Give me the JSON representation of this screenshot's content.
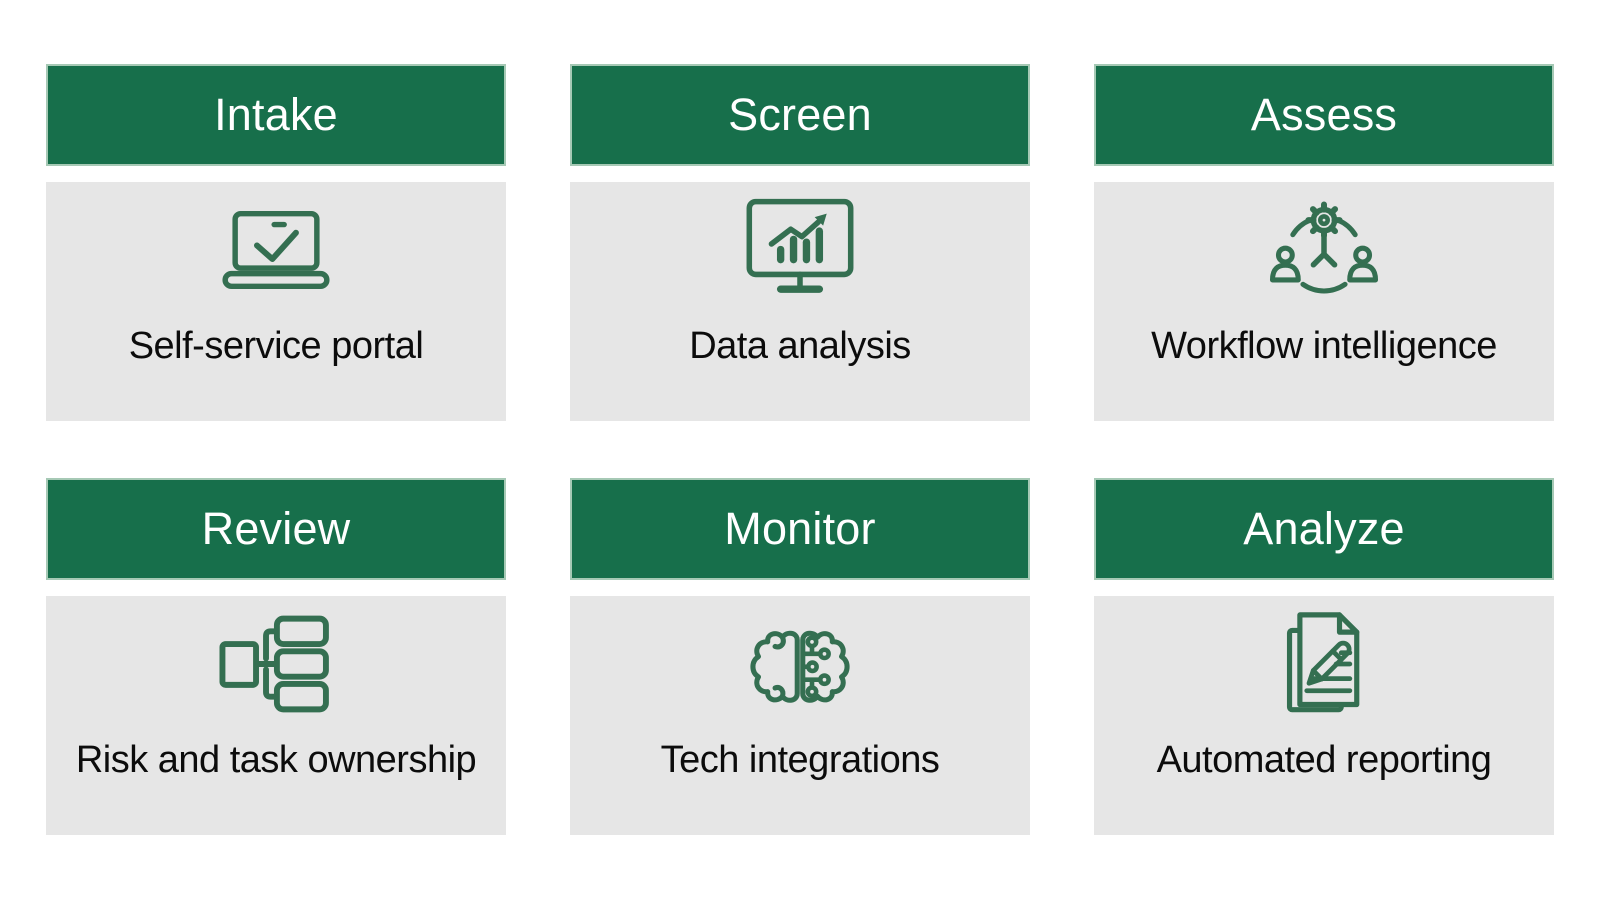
{
  "colors": {
    "header_bg": "#176f4b",
    "header_border": "#a6c9b5",
    "header_text": "#ffffff",
    "body_bg": "#e6e6e6",
    "icon_stroke": "#346f51",
    "label_text": "#0c0c0c",
    "page_bg": "#ffffff"
  },
  "cards": [
    {
      "title": "Intake",
      "label": "Self-service portal",
      "icon": "laptop-check-icon"
    },
    {
      "title": "Screen",
      "label": "Data analysis",
      "icon": "monitor-chart-icon"
    },
    {
      "title": "Assess",
      "label": "Workflow intelligence",
      "icon": "people-gear-icon"
    },
    {
      "title": "Review",
      "label": "Risk and task ownership",
      "icon": "hierarchy-icon"
    },
    {
      "title": "Monitor",
      "label": "Tech integrations",
      "icon": "brain-circuit-icon"
    },
    {
      "title": "Analyze",
      "label": "Automated reporting",
      "icon": "document-pencil-icon"
    }
  ]
}
